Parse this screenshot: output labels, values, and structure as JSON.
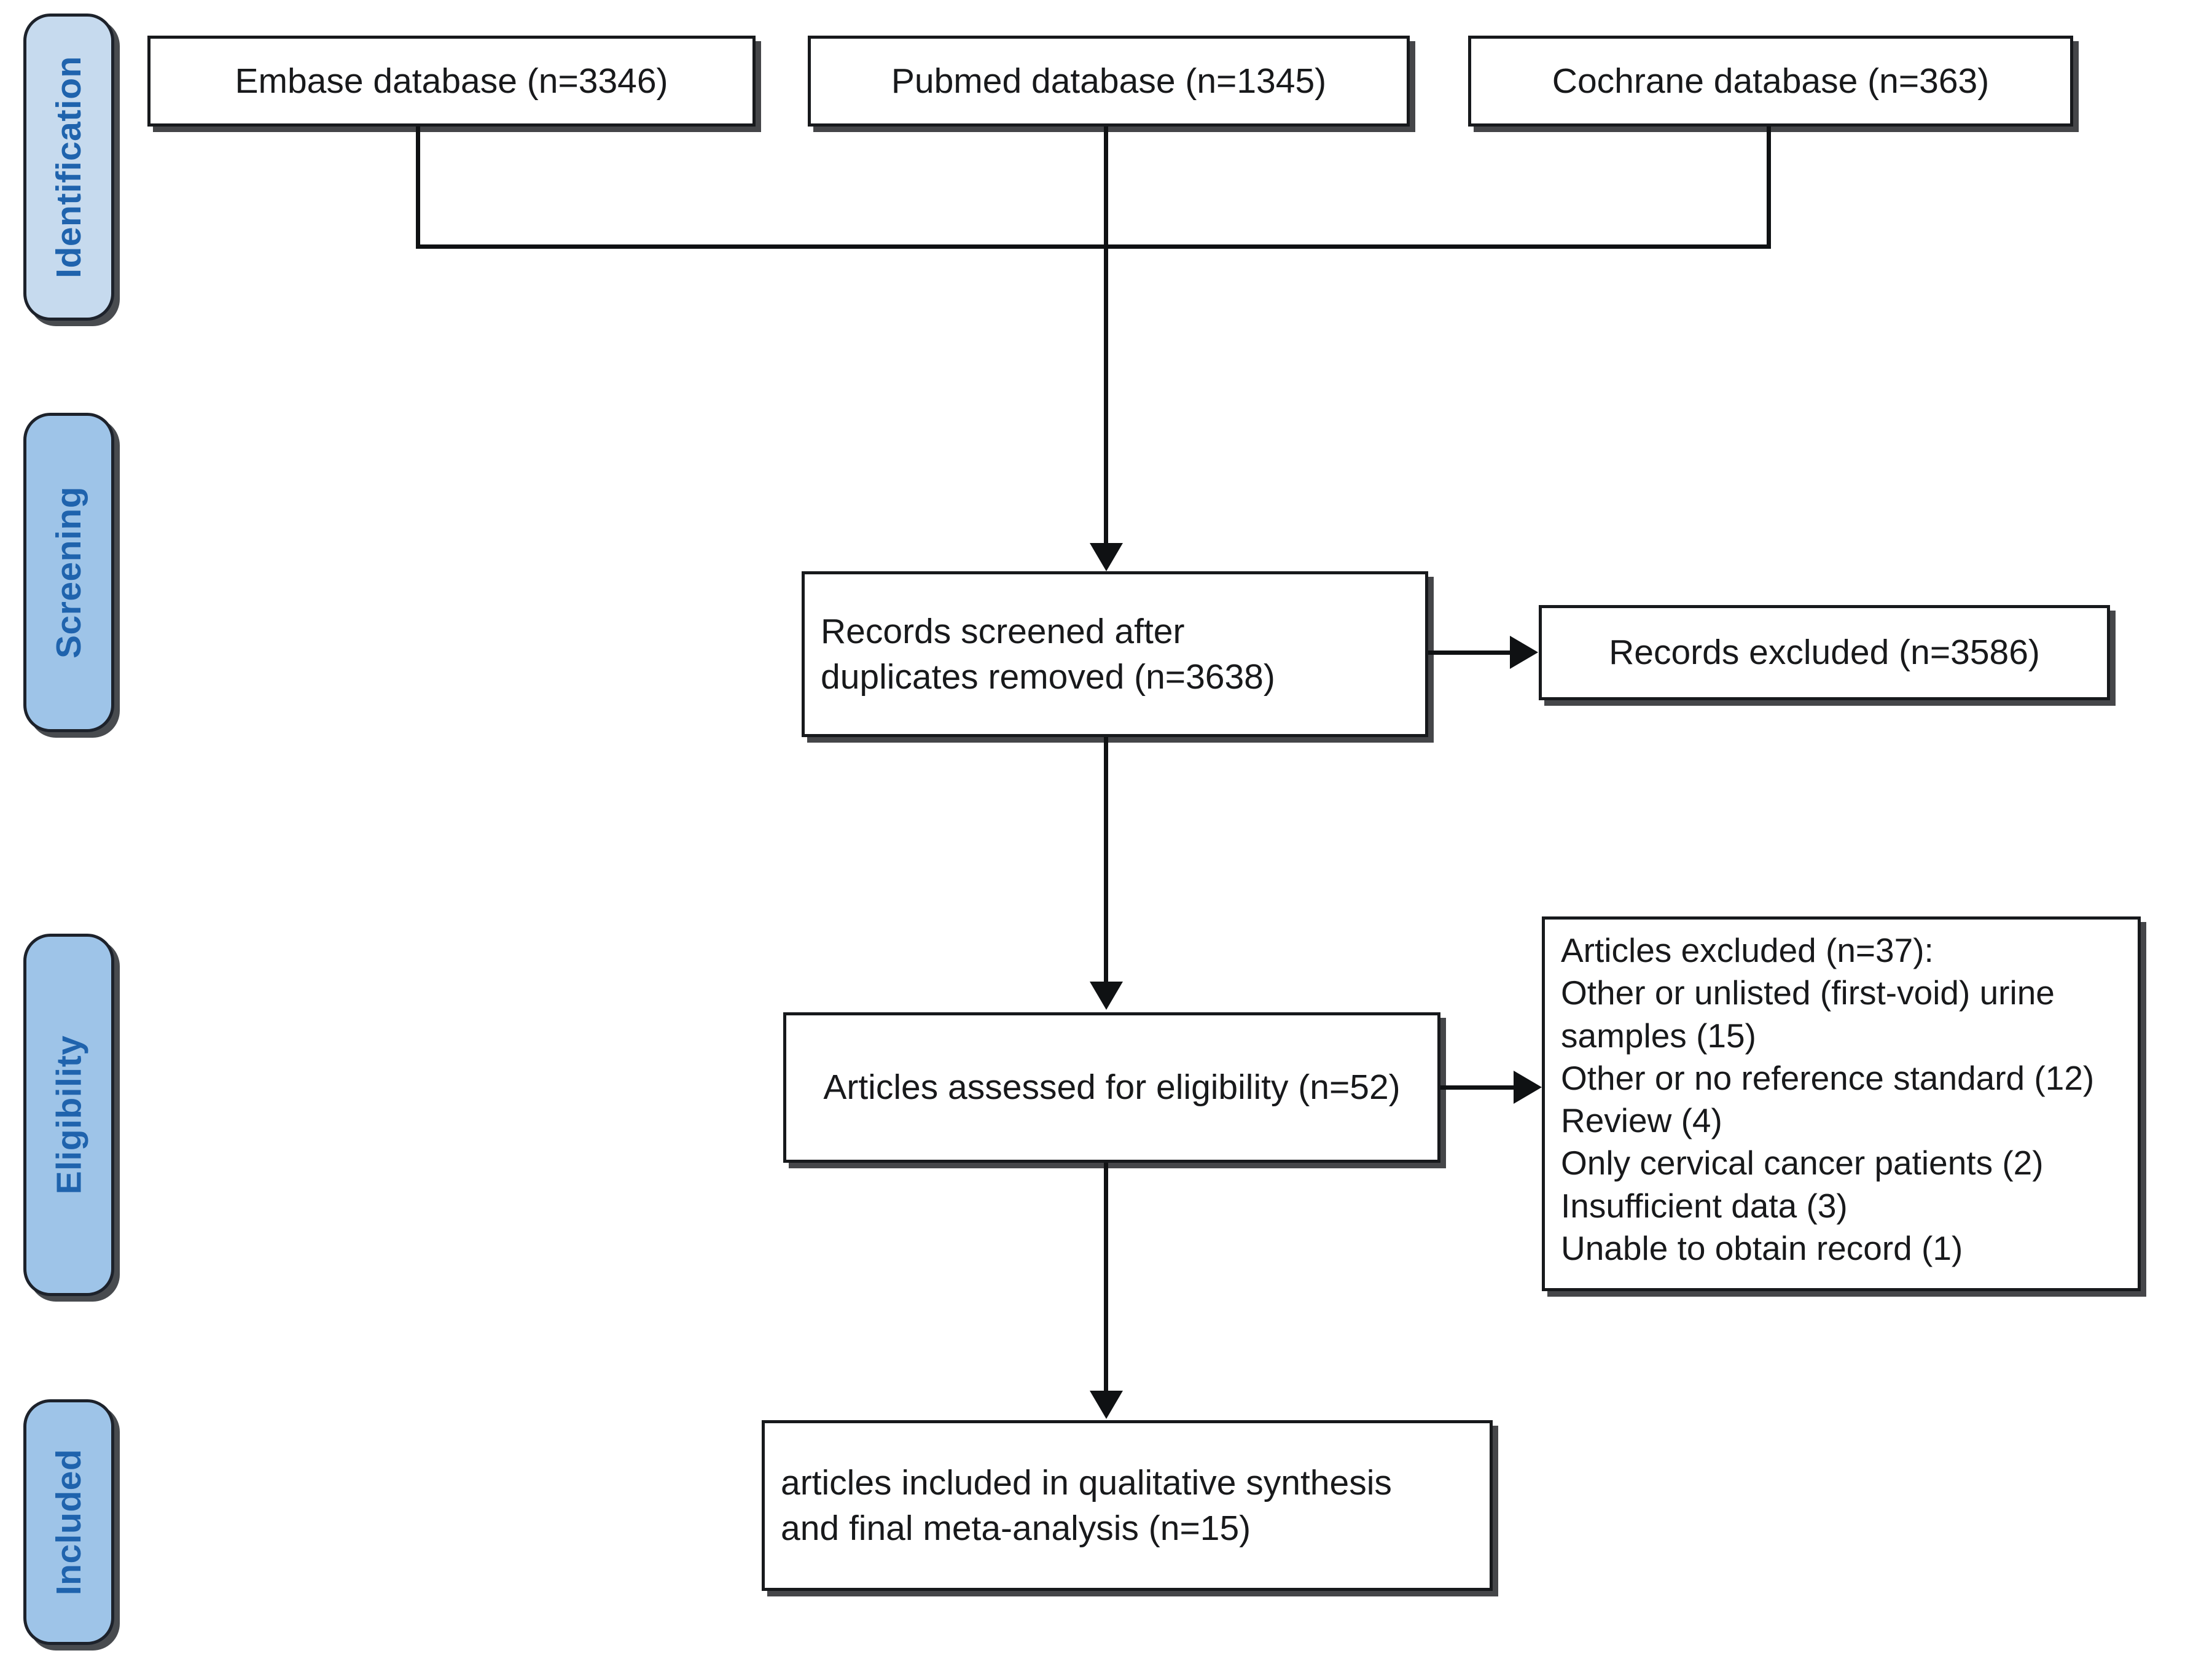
{
  "diagram": {
    "type": "prisma-flow-diagram",
    "stages": [
      {
        "id": "identification",
        "label": "Identification"
      },
      {
        "id": "screening",
        "label": "Screening"
      },
      {
        "id": "eligibility",
        "label": "Eligibility"
      },
      {
        "id": "included",
        "label": "Included"
      }
    ],
    "colors": {
      "stage_tab_identification_fill": "#c6daee",
      "stage_tab_fill": "#9ec4e8",
      "stage_label_text": "#1f63ad",
      "box_border": "#17191c",
      "box_fill": "#ffffff",
      "connector": "#0f1113"
    },
    "sources": [
      {
        "id": "embase",
        "label": "Embase database (n=3346)",
        "n": 3346
      },
      {
        "id": "pubmed",
        "label": "Pubmed database (n=1345)",
        "n": 1345
      },
      {
        "id": "cochrane",
        "label": "Cochrane database (n=363)",
        "n": 363
      }
    ],
    "screening": {
      "screened": {
        "line1": "Records screened after",
        "line2": "duplicates removed (n=3638)",
        "n": 3638
      },
      "excluded": {
        "label": "Records excluded (n=3586)",
        "n": 3586
      }
    },
    "eligibility": {
      "assessed": {
        "label": "Articles assessed for eligibility (n=52)",
        "n": 52
      },
      "excluded": {
        "heading": "Articles excluded (n=37):",
        "n": 37,
        "reasons": [
          {
            "label": "Other or unlisted (first-void) urine samples (15)",
            "count": 15
          },
          {
            "label": "Other or no reference standard (12)",
            "count": 12
          },
          {
            "label": "Review (4)",
            "count": 4
          },
          {
            "label": "Only cervical cancer patients (2)",
            "count": 2
          },
          {
            "label": "Insufficient data (3)",
            "count": 3
          },
          {
            "label": "Unable to obtain record (1)",
            "count": 1
          }
        ]
      }
    },
    "included": {
      "line1": "articles included in qualitative synthesis",
      "line2": "and final meta-analysis (n=15)",
      "n": 15
    }
  }
}
